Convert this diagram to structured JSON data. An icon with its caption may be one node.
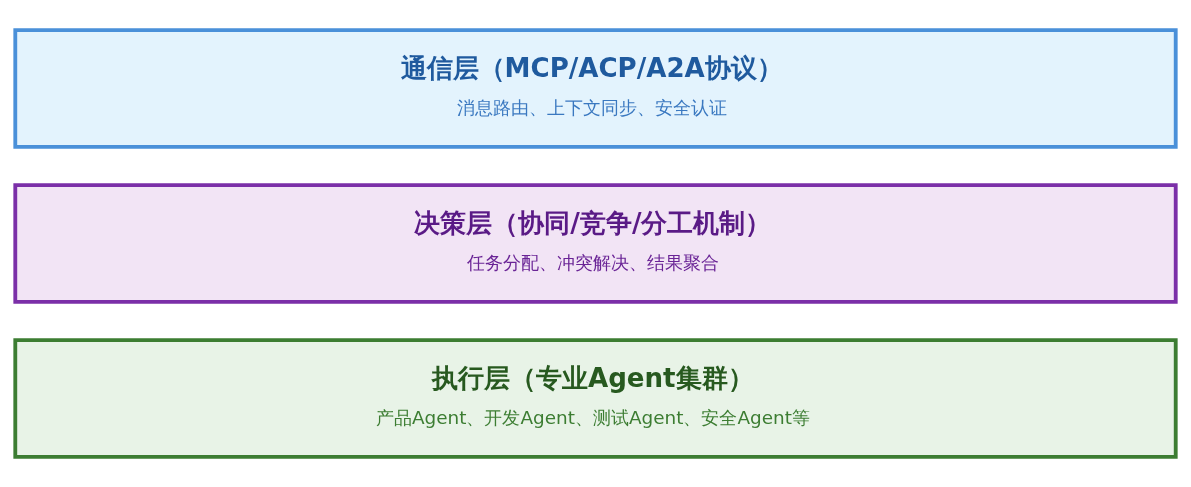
{
  "diagram": {
    "nodes": [
      {
        "text": [
          "通信层（MCP/ACP/A2A协议）",
          "消息路由、上下文同步、安全认证"
        ]
      },
      {
        "text": [
          "决策层（协同/竞争/分工机制）",
          "任务分配、冲突解决、结果聚合"
        ]
      },
      {
        "text": [
          "执行层（专业Agent集群）",
          "产品Agent、开发Agent、测试Agent、安全Agent等"
        ]
      }
    ],
    "edges": []
  }
}
